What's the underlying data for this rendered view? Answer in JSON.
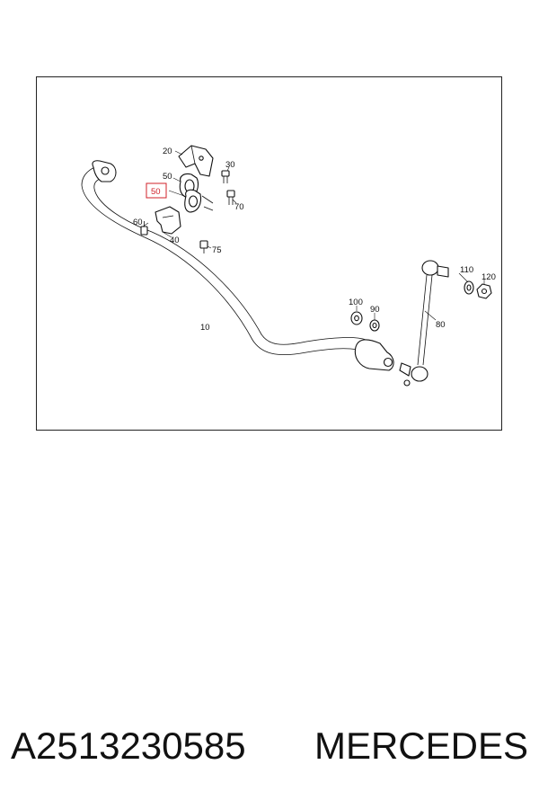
{
  "diagram": {
    "callouts": {
      "c10": "10",
      "c20": "20",
      "c30": "30",
      "c40": "40",
      "c50_top": "50",
      "c50_highlight": "50",
      "c60": "60",
      "c70": "70",
      "c75": "75",
      "c80": "80",
      "c90": "90",
      "c100": "100",
      "c110": "110",
      "c120": "120"
    },
    "highlight_color": "#d0202a"
  },
  "caption": {
    "part_number": "A2513230585",
    "brand": "MERCEDES"
  }
}
